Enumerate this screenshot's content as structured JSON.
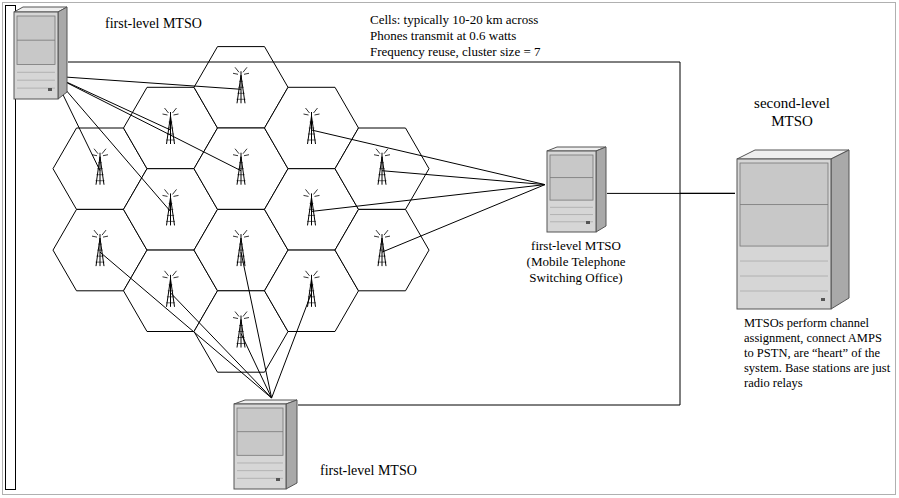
{
  "diagram": {
    "nodes": [
      {
        "text": [
          "first-level MTSO"
        ]
      },
      {
        "text": [
          "first-level MTSO (Mobile Telephone Switching Office)"
        ]
      },
      {
        "text": [
          "first-level MTSO"
        ]
      },
      {
        "text": [
          "second-level MTSO"
        ]
      }
    ],
    "edges": [
      {
        "from": 0,
        "to": 3,
        "arrow": "none"
      },
      {
        "from": 1,
        "to": 3,
        "arrow": "none"
      },
      {
        "from": 2,
        "to": 3,
        "arrow": "none"
      }
    ],
    "labels": [
      "Cells: typically 10-20 km across",
      "Phones transmit at 0.6 watts",
      "Frequency reuse, cluster size = 7",
      "MTSOs perform channel assignment, connect AMPS to PSTN, are “heart” of the system. Base stations are just radio relays"
    ]
  }
}
